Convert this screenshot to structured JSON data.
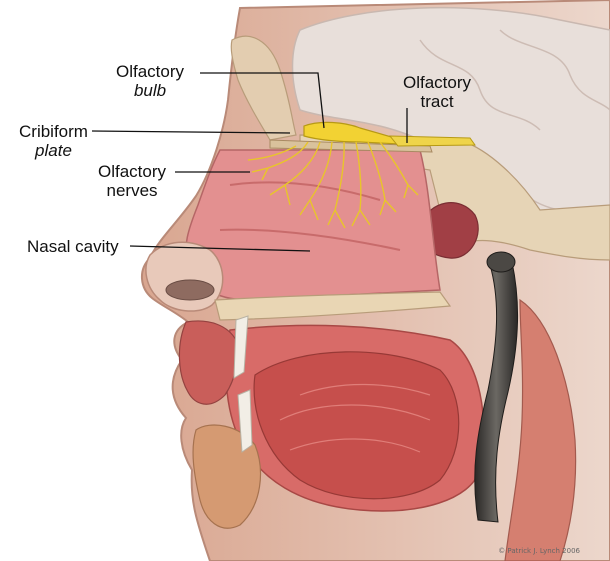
{
  "labels": {
    "olfactory_bulb": {
      "line1": "Olfactory",
      "line2": "bulb"
    },
    "olfactory_tract": {
      "line1": "Olfactory",
      "line2": "tract"
    },
    "cribriform_plate": {
      "line1": "Cribiform",
      "line2": "plate"
    },
    "olfactory_nerves": {
      "line1": "Olfactory",
      "line2": "nerves"
    },
    "nasal_cavity": {
      "line1": "Nasal cavity"
    }
  },
  "credit": "© Patrick J. Lynch 2006",
  "colors": {
    "skin": "#e9cfc0",
    "brain": "#e7ddd8",
    "cavity": "#e08a8a",
    "bone": "#e6d3b3",
    "muscle": "#c9534f",
    "nerve": "#f2d233",
    "tube": "#3b3936"
  }
}
